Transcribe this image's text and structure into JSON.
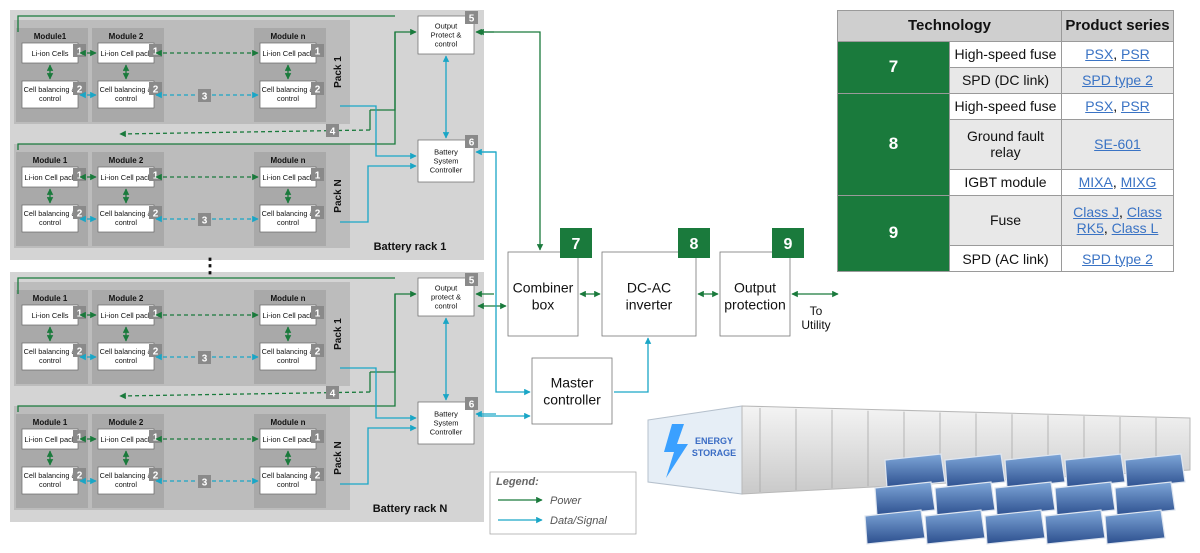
{
  "racks": [
    {
      "label": "Battery rack 1",
      "packs": [
        {
          "label": "Pack 1",
          "modules": [
            {
              "name": "Module1",
              "cell": "Li-ion Cells",
              "balance": "Cell balancing & control"
            },
            {
              "name": "Module 2",
              "cell": "Li-ion Cell pack",
              "balance": "Cell balancing & control"
            },
            {
              "name": "Module n",
              "cell": "Li-ion Cell pack",
              "balance": "Cell balancing & control"
            }
          ],
          "output": "Output Protect & control",
          "bsc": "Battery System Controller"
        },
        {
          "label": "Pack N",
          "modules": [
            {
              "name": "Module 1",
              "cell": "Li-ion Cell pack",
              "balance": "Cell balancing & control"
            },
            {
              "name": "Module 2",
              "cell": "Li-ion Cell pack",
              "balance": "Cell balancing & control"
            },
            {
              "name": "Module n",
              "cell": "Li-ion Cell pack",
              "balance": "Cell balancing & control"
            }
          ]
        }
      ]
    },
    {
      "label": "Battery rack N",
      "packs": [
        {
          "label": "Pack 1",
          "modules": [
            {
              "name": "Module 1",
              "cell": "Li-ion Cells",
              "balance": "Cell balancing & control"
            },
            {
              "name": "Module 2",
              "cell": "Li-ion Cell pack",
              "balance": "Cell balancing & control"
            },
            {
              "name": "Module n",
              "cell": "Li-ion Cell pack",
              "balance": "Cell balancing & control"
            }
          ],
          "output": "Output protect & control",
          "bsc": "Battery System Controller"
        },
        {
          "label": "Pack N",
          "modules": [
            {
              "name": "Module 1",
              "cell": "Li-ion Cell pack",
              "balance": "Cell balancing & control"
            },
            {
              "name": "Module 2",
              "cell": "Li-ion Cell pack",
              "balance": "Cell balancing & control"
            },
            {
              "name": "Module n",
              "cell": "Li-ion Cell pack",
              "balance": "Cell balancing & control"
            }
          ]
        }
      ]
    }
  ],
  "markers": {
    "cell": "1",
    "balance": "2",
    "signal": "3",
    "pack_link": "4",
    "output": "5",
    "bsc": "6"
  },
  "rack_gap": "⋮",
  "main_blocks": [
    {
      "num": "7",
      "label": "Combiner box"
    },
    {
      "num": "8",
      "label": "DC-AC inverter"
    },
    {
      "num": "9",
      "label": "Output protection"
    }
  ],
  "master": "Master controller",
  "utility": "To Utility",
  "legend": {
    "title": "Legend:",
    "power": "Power",
    "signal": "Data/Signal"
  },
  "photo": {
    "container_text": "ENERGY STORAGE"
  },
  "table": {
    "headers": [
      "Technology",
      "Product series"
    ],
    "groups": [
      {
        "num": "7",
        "rows": [
          {
            "tech": "High-speed fuse",
            "products": [
              "PSX",
              "PSR"
            ]
          },
          {
            "tech": "SPD (DC link)",
            "products": [
              "SPD type 2"
            ]
          }
        ]
      },
      {
        "num": "8",
        "rows": [
          {
            "tech": "High-speed fuse",
            "products": [
              "PSX",
              "PSR"
            ]
          },
          {
            "tech": "Ground fault relay",
            "products": [
              "SE-601"
            ]
          },
          {
            "tech": "IGBT module",
            "products": [
              "MIXA",
              "MIXG"
            ]
          }
        ]
      },
      {
        "num": "9",
        "rows": [
          {
            "tech": "Fuse",
            "products": [
              "Class J",
              "Class RK5",
              "Class L"
            ]
          },
          {
            "tech": "SPD (AC link)",
            "products": [
              "SPD type 2"
            ]
          }
        ]
      }
    ]
  },
  "colors": {
    "power": "#1a7a3c",
    "signal": "#1aa6c6",
    "badge": "#8a8a8a",
    "rack": "#d4d4d4",
    "pack": "#bcbcbc",
    "num_cell": "#1a7a3c",
    "link": "#3a73c4"
  }
}
